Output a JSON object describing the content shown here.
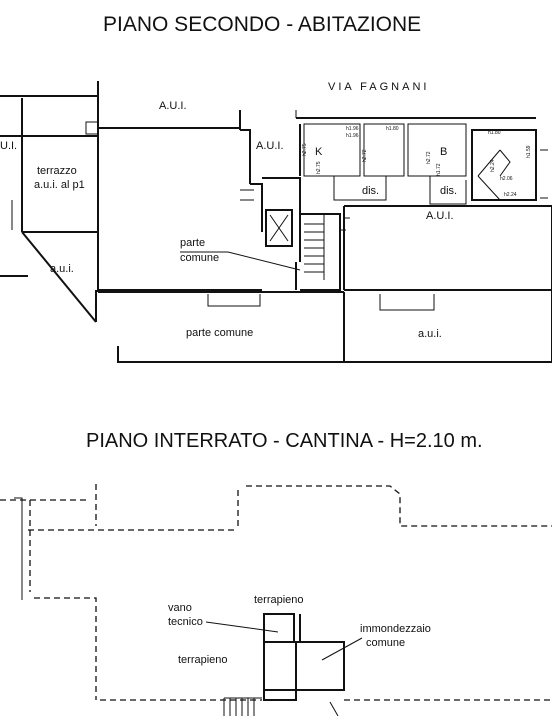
{
  "titles": {
    "second_floor": "PIANO SECONDO - ABITAZIONE",
    "basement": "PIANO INTERRATO - CANTINA - H=2.10 m."
  },
  "second_floor": {
    "street": "VIA FAGNANI",
    "labels": {
      "aui_top": "A.U.I.",
      "aui_small": "A.U.I.",
      "aui_big": "A.U.I.",
      "u_i_left": "U.I.",
      "terrazzo_1": "terrazzo",
      "terrazzo_2": "a.u.i. al p1",
      "aui_lower_left": "a.u.i.",
      "parte_comune_1": "parte",
      "parte_comune_2": "comune",
      "parte_comune_bottom": "parte comune",
      "aui_bottom_right": "a.u.i.",
      "room_k": "K",
      "room_b": "B",
      "dis_1": "dis.",
      "dis_2": "dis."
    },
    "dims": [
      "h1.96",
      "h1.96",
      "h1.80",
      "h1.80",
      "h2.75",
      "h2.75",
      "h2.72",
      "h2.72",
      "h1.72",
      "h2.24",
      "h1.59",
      "h2.06",
      "h2.24"
    ]
  },
  "basement": {
    "labels": {
      "terrapieno_top": "terrapieno",
      "vano_1": "vano",
      "vano_2": "tecnico",
      "immondezzaio_1": "immondezzaio",
      "immondezzaio_2": "comune",
      "terrapieno_left": "terrapieno"
    }
  }
}
